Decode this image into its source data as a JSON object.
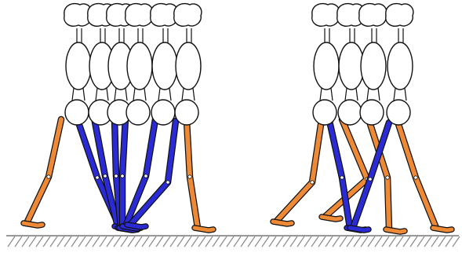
{
  "figure": {
    "panels": [
      {
        "id": "left-walking-sequence",
        "frames": 6
      },
      {
        "id": "right-walking-sequence",
        "frames": 4
      }
    ],
    "colors": {
      "outline": "#111111",
      "body_fill": "#ffffff",
      "stance_leg": "#2b2bd6",
      "swing_leg": "#ee8a35",
      "ground_hatch": "#8a8a8a"
    }
  }
}
